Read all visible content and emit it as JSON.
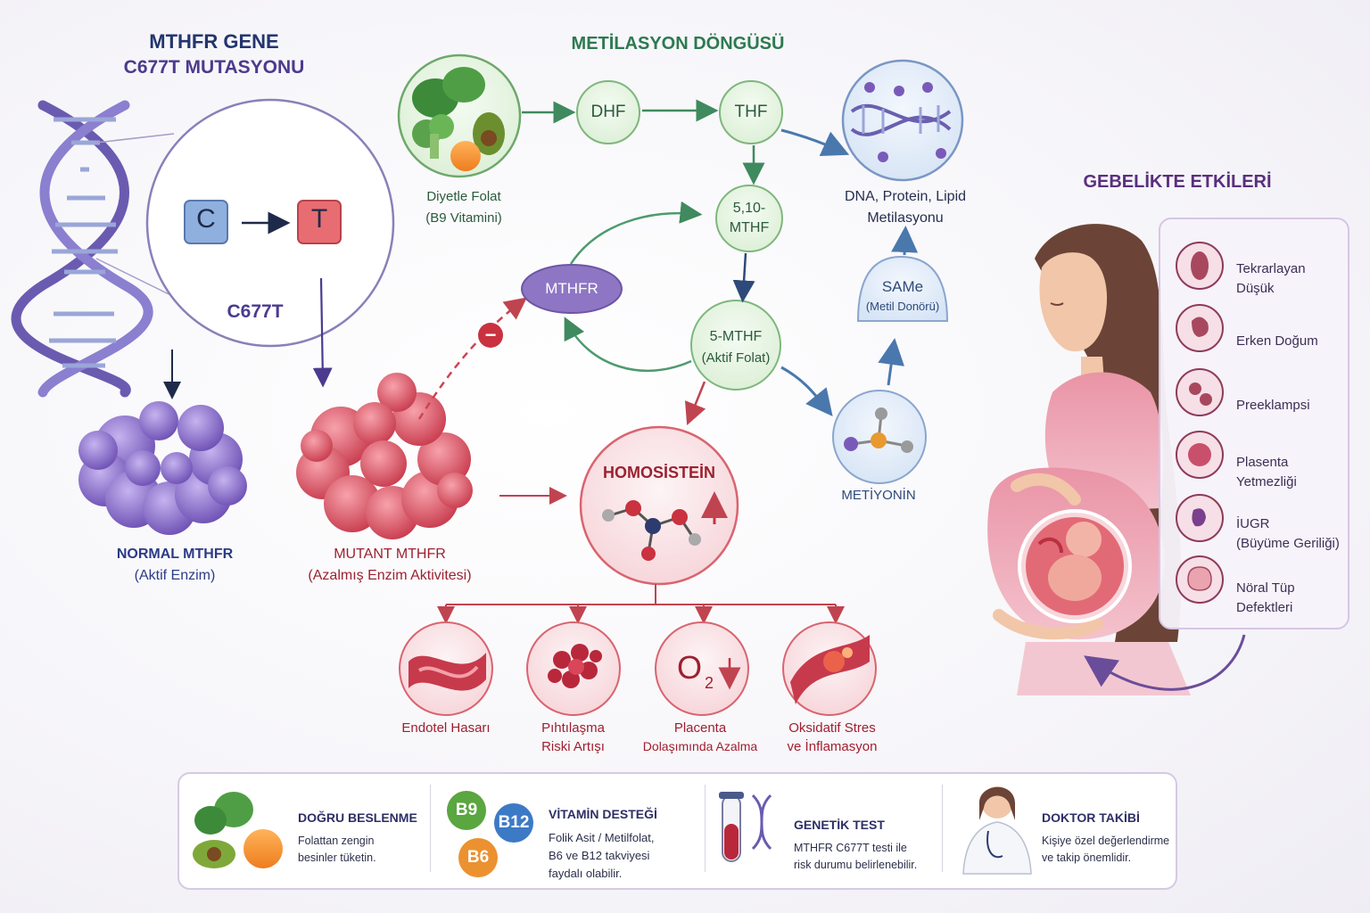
{
  "left": {
    "title1": "MTHFR GENE",
    "title2": "C677T MUTASYONU",
    "base_c": "C",
    "base_t": "T",
    "mutation_label": "C677T",
    "normal_label1": "NORMAL MTHFR",
    "normal_label2": "(Aktif Enzim)",
    "mutant_label1": "MUTANT MTHFR",
    "mutant_label2": "(Azalmış Enzim Aktivitesi)"
  },
  "cycle": {
    "title": "METİLASYON DÖNGÜSÜ",
    "folate_label1": "Diyetle Folat",
    "folate_label2": "(B9 Vitamini)",
    "dhf": "DHF",
    "thf": "THF",
    "mthf510_1": "5,10-",
    "mthf510_2": "MTHF",
    "mthf5_1": "5-MTHF",
    "mthf5_2": "(Aktif Folat)",
    "mthfr": "MTHFR",
    "inhibit_symbol": "−",
    "dna_label1": "DNA, Protein, Lipid",
    "dna_label2": "Metilasyonu",
    "same1": "SAMe",
    "same2": "(Metil Donörü)",
    "methionine": "METİYONİN",
    "homocysteine": "HOMOSİSTEİN"
  },
  "effects": [
    {
      "line1": "Endotel Hasarı",
      "line2": ""
    },
    {
      "line1": "Pıhtılaşma",
      "line2": "Riski Artışı"
    },
    {
      "line1": "Placenta",
      "line2": "Dolaşımında Azalma"
    },
    {
      "line1": "Oksidatif Stres",
      "line2": "ve İnflamasyon"
    }
  ],
  "o2_text": "O",
  "o2_sub": "2",
  "pregnancy": {
    "title": "GEBELİKTE ETKİLERİ",
    "items": [
      {
        "line1": "Tekrarlayan",
        "line2": "Düşük"
      },
      {
        "line1": "Erken Doğum",
        "line2": ""
      },
      {
        "line1": "Preeklampsi",
        "line2": ""
      },
      {
        "line1": "Plasenta",
        "line2": "Yetmezliği"
      },
      {
        "line1": "İUGR",
        "line2": "(Büyüme Geriliği)"
      },
      {
        "line1": "Nöral Tüp",
        "line2": "Defektleri"
      }
    ]
  },
  "bottom": [
    {
      "title": "DOĞRU BESLENME",
      "text1": "Folattan zengin",
      "text2": "besinler tüketin.",
      "text3": ""
    },
    {
      "title": "VİTAMİN DESTEĞİ",
      "text1": "Folik Asit / Metilfolat,",
      "text2": "B6 ve B12 takviyesi",
      "text3": "faydalı olabilir."
    },
    {
      "title": "GENETİK TEST",
      "text1": "MTHFR C677T testi ile",
      "text2": "risk durumu belirlenebilir.",
      "text3": ""
    },
    {
      "title": "DOKTOR TAKİBİ",
      "text1": "Kişiye özel değerlendirme",
      "text2": "ve takip önemlidir.",
      "text3": ""
    }
  ],
  "vitamins": {
    "b9": "B9",
    "b12": "B12",
    "b6": "B6"
  },
  "colors": {
    "navy": "#23356e",
    "green": "#2c7a4f",
    "purple": "#5a2f7e",
    "red": "#9b2230",
    "pink": "#e8899a",
    "enzyme_purple": "#8a6bc9",
    "enzyme_red": "#d94b5b"
  }
}
